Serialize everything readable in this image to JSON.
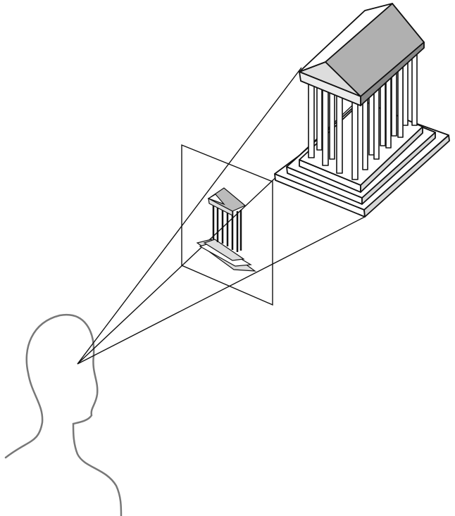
{
  "colors": {
    "line": "#111111",
    "head_outline": "#777777",
    "roof_side": "#b0b0b0",
    "roof_front": "#dddddd",
    "roof_edge": "#888888",
    "step_face": "#d6d6d6",
    "background": "#ffffff"
  },
  "icons": [
    "head-silhouette",
    "temple",
    "picture-plane",
    "projected-temple"
  ]
}
